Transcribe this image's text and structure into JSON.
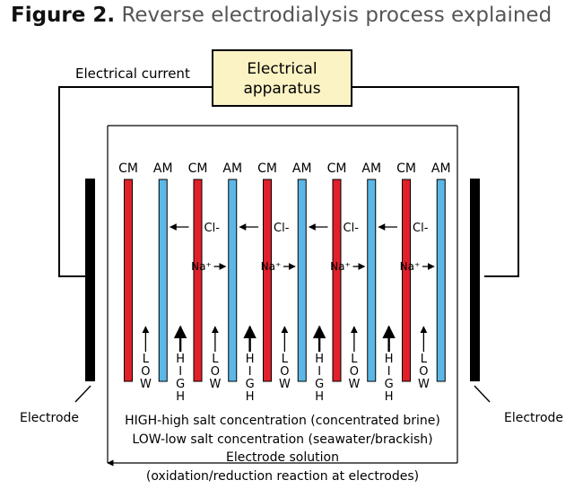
{
  "title": {
    "figure": "Figure 2.",
    "text": "Reverse electrodialysis process explained"
  },
  "labels": {
    "current": "Electrical current",
    "apparatus_line1": "Electrical",
    "apparatus_line2": "apparatus",
    "electrode_left": "Electrode",
    "electrode_right": "Electrode",
    "legend_high": "HIGH-high salt concentration (concentrated brine)",
    "legend_low": "LOW-low salt concentration (seawater/brackish)",
    "electrode_solution": "Electrode solution",
    "reaction": "(oxidation/reduction reaction at electrodes)"
  },
  "membranes": [
    "CM",
    "AM",
    "CM",
    "AM",
    "CM",
    "AM",
    "CM",
    "AM",
    "CM",
    "AM"
  ],
  "ion_cl": "Cl-",
  "ion_na": "Na⁺",
  "channels": [
    {
      "label": "LOW",
      "letters": [
        "L",
        "O",
        "W"
      ]
    },
    {
      "label": "HIGH",
      "letters": [
        "H",
        "I",
        "G",
        "H"
      ]
    },
    {
      "label": "LOW",
      "letters": [
        "L",
        "O",
        "W"
      ]
    },
    {
      "label": "HIGH",
      "letters": [
        "H",
        "I",
        "G",
        "H"
      ]
    },
    {
      "label": "LOW",
      "letters": [
        "L",
        "O",
        "W"
      ]
    },
    {
      "label": "HIGH",
      "letters": [
        "H",
        "I",
        "G",
        "H"
      ]
    },
    {
      "label": "LOW",
      "letters": [
        "L",
        "O",
        "W"
      ]
    },
    {
      "label": "HIGH",
      "letters": [
        "H",
        "I",
        "G",
        "H"
      ]
    },
    {
      "label": "LOW",
      "letters": [
        "L",
        "O",
        "W"
      ]
    }
  ],
  "colors": {
    "cm": "#e0202a",
    "am": "#5bb8e6",
    "apparatus_fill": "#fbf3c4",
    "electrode": "#000000"
  }
}
